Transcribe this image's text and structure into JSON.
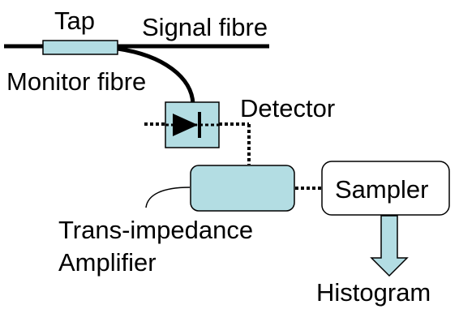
{
  "labels": {
    "tap": "Tap",
    "signal_fibre": "Signal fibre",
    "monitor_fibre": "Monitor fibre",
    "detector": "Detector",
    "sampler": "Sampler",
    "tia_line1": "Trans-impedance",
    "tia_line2": "Amplifier",
    "histogram": "Histogram"
  },
  "colors": {
    "component_fill": "#b3dde3",
    "line": "#000000",
    "background": "#ffffff"
  }
}
